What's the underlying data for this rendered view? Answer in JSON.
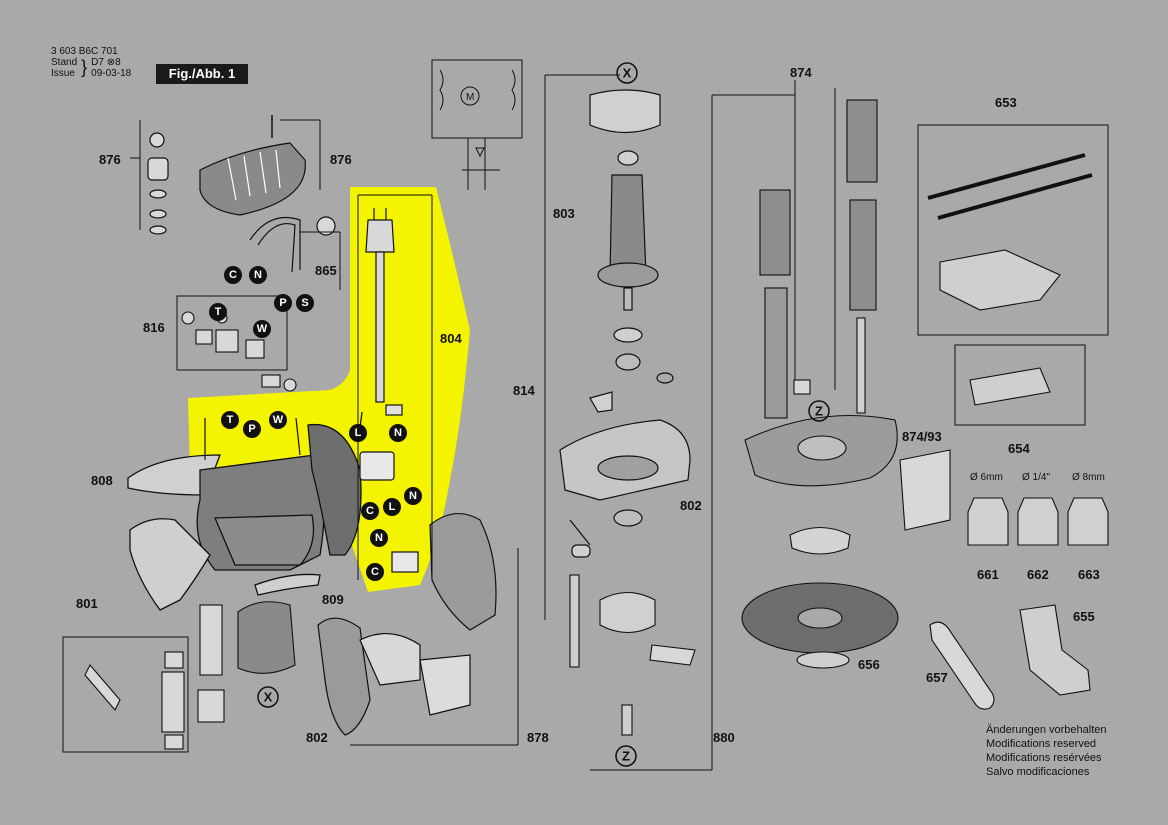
{
  "header": {
    "doc_number": "3 603 B6C 701",
    "stand_label": "Stand",
    "issue_label": "Issue",
    "revision_marks": "D7 ⊗8",
    "date": "09-03-18",
    "figure_label": "Fig./Abb. 1"
  },
  "highlight_color": "#f4f400",
  "part_numbers": {
    "p876a": "876",
    "p876b": "876",
    "p865": "865",
    "p816": "816",
    "p804": "804",
    "p808": "808",
    "p801": "801",
    "p809": "809",
    "p802a": "802",
    "p802b": "802",
    "p878": "878",
    "p880": "880",
    "p803": "803",
    "p814": "814",
    "p874": "874",
    "p874_93": "874/93",
    "p653": "653",
    "p654": "654",
    "p661": "661",
    "p662": "662",
    "p663": "663",
    "p655": "655",
    "p656": "656",
    "p657": "657"
  },
  "collet_sizes": {
    "c1": "Ø 6mm",
    "c2": "Ø 1/4\"",
    "c3": "Ø 8mm"
  },
  "badges": {
    "C": "C",
    "N": "N",
    "P": "P",
    "S": "S",
    "T": "T",
    "W": "W",
    "L": "L"
  },
  "ref_circles": {
    "X": "X",
    "Z": "Z"
  },
  "motor_symbol": "M",
  "notes": [
    "Änderungen vorbehalten",
    "Modifications reserved",
    "Modifications resérvées",
    "Salvo modificaciones"
  ]
}
